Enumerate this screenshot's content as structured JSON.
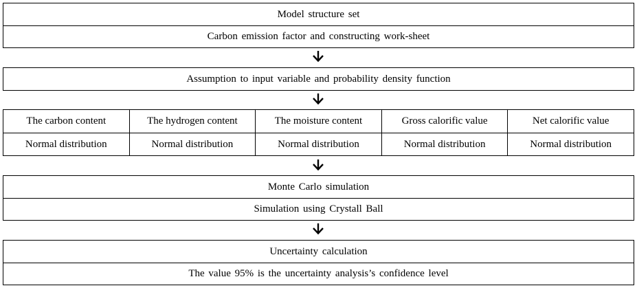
{
  "steps": [
    {
      "rows": [
        "Model structure set",
        "Carbon emission factor and constructing work-sheet"
      ]
    },
    {
      "rows": [
        "Assumption to input variable and probability density function"
      ]
    },
    {
      "variables": [
        {
          "name": "The carbon content",
          "distribution": "Normal distribution"
        },
        {
          "name": "The hydrogen content",
          "distribution": "Normal distribution"
        },
        {
          "name": "The moisture content",
          "distribution": "Normal distribution"
        },
        {
          "name": "Gross calorific value",
          "distribution": "Normal distribution"
        },
        {
          "name": "Net calorific value",
          "distribution": "Normal distribution"
        }
      ]
    },
    {
      "rows": [
        "Monte Carlo simulation",
        "Simulation using Crystall Ball"
      ]
    },
    {
      "rows": [
        "Uncertainty calculation",
        "The value 95% is the uncertainty analysis’s confidence level"
      ]
    }
  ],
  "arrow_icon": "down-arrow-icon"
}
